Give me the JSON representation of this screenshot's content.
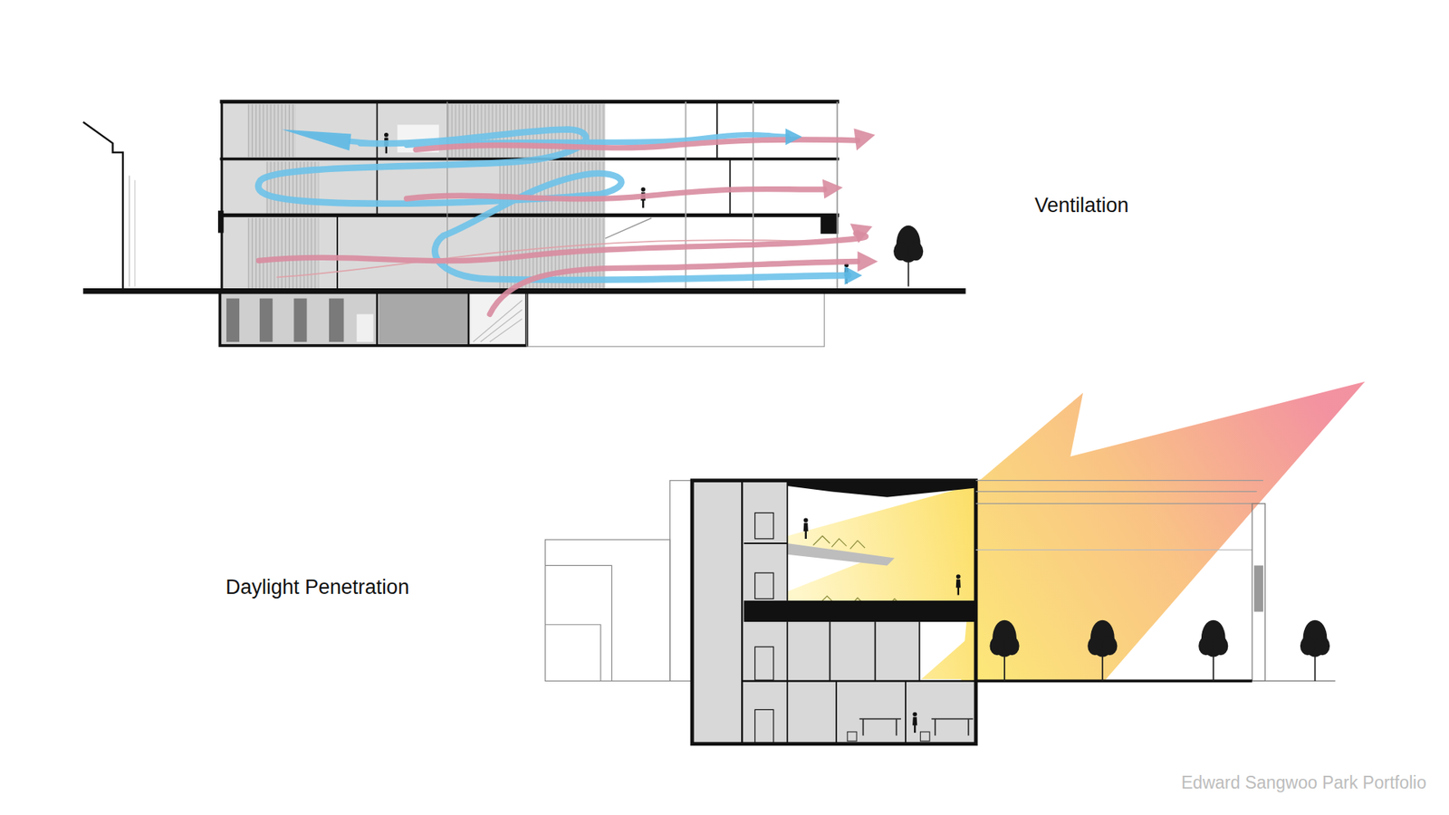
{
  "diagram": {
    "labels": [
      "Ventilation",
      "Daylight Penetration",
      "Edward Sangwoo Park Portfolio"
    ]
  }
}
